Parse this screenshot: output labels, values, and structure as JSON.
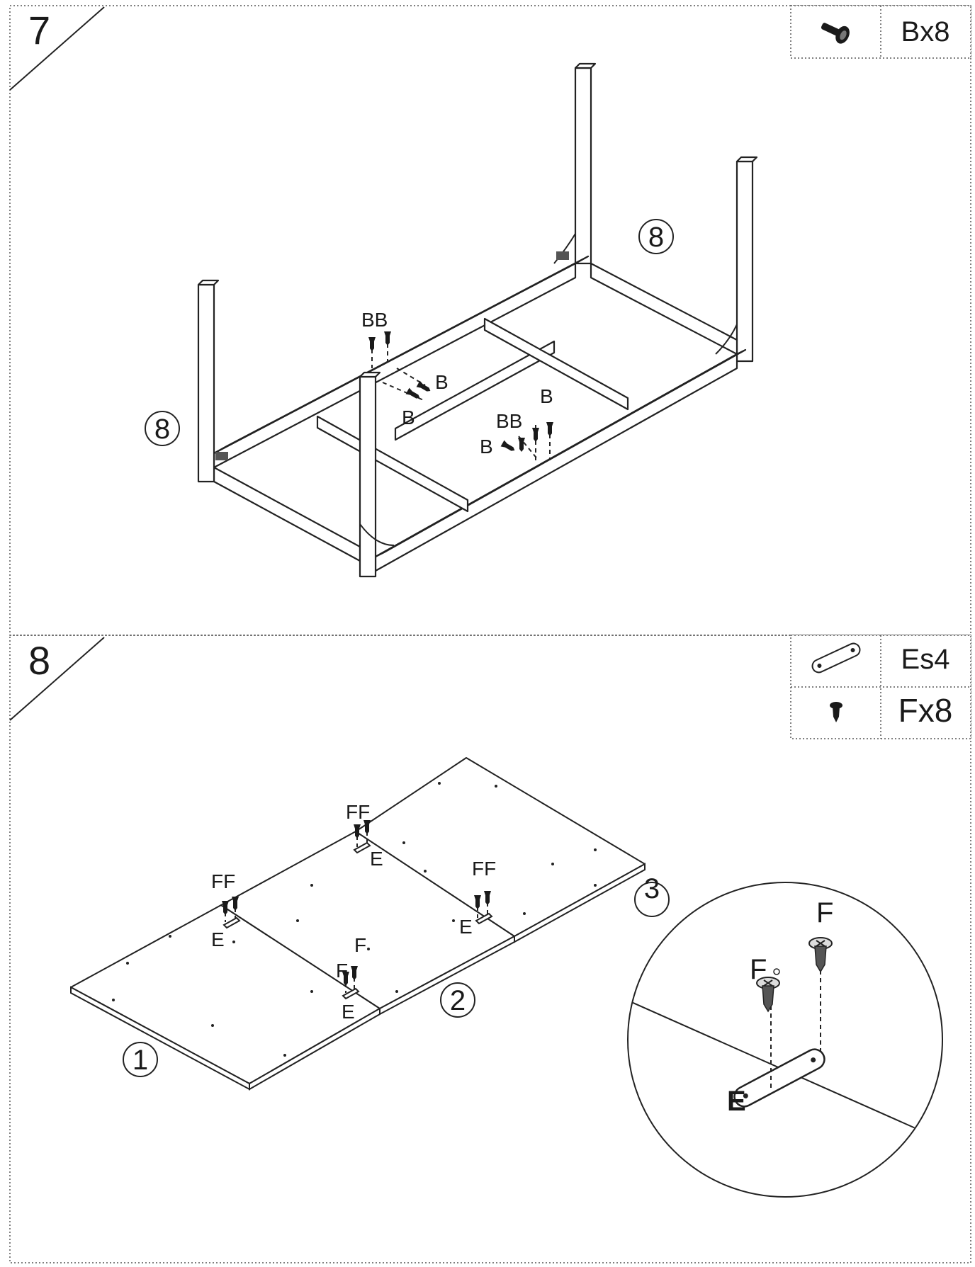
{
  "steps": [
    {
      "number": "7",
      "hardware": [
        {
          "icon": "screw-b-icon",
          "label": "Bx8"
        }
      ],
      "callouts": [
        "BB",
        "B",
        "B",
        "B",
        "BB",
        "B"
      ],
      "part_labels": [
        "8",
        "8"
      ]
    },
    {
      "number": "8",
      "hardware": [
        {
          "icon": "connector-plate-e-icon",
          "label": "Es4"
        },
        {
          "icon": "screw-f-icon",
          "label": "Fx8"
        }
      ],
      "callouts": [
        "FF",
        "E",
        "FF",
        "E",
        "FF",
        "E",
        "F",
        "F",
        "E"
      ],
      "part_labels": [
        "1",
        "2",
        "3"
      ],
      "detail": {
        "labels": [
          "F",
          "F",
          "E"
        ]
      }
    }
  ]
}
